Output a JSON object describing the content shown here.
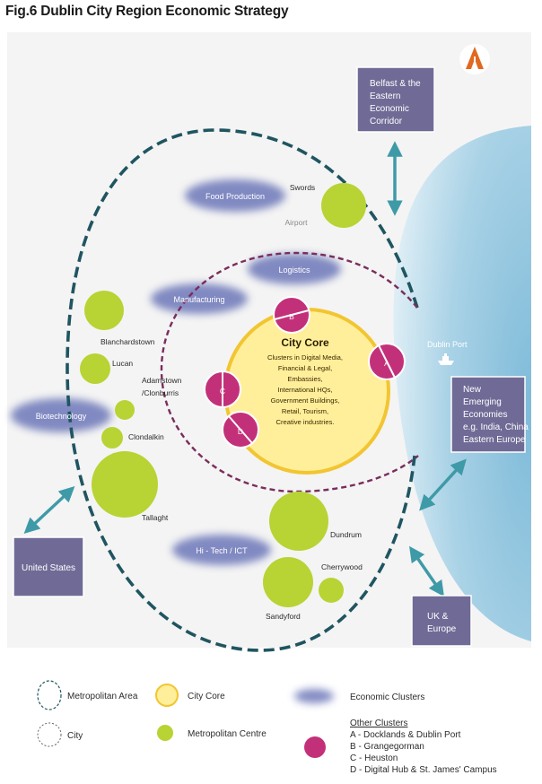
{
  "title": "Fig.6 Dublin City Region Economic Strategy",
  "city_core": {
    "title": "City Core",
    "lines": [
      "Clusters in Digital Media,",
      "Financial & Legal,",
      "Embassies,",
      "International HQs,",
      "Government Buildings,",
      "Retail, Tourism,",
      "Creative industries."
    ]
  },
  "clusters": {
    "food": "Food Production",
    "logistics": "Logistics",
    "manufacturing": "Manufacturing",
    "biotech": "Biotechnology",
    "hitech": "Hi - Tech / ICT"
  },
  "centres": {
    "swords": "Swords",
    "airport": "Airport",
    "blanchardstown": "Blanchardstown",
    "lucan": "Lucan",
    "adamstown_1": "Adamstown",
    "adamstown_2": "/Clonburris",
    "clondalkin": "Clondalkin",
    "tallaght": "Tallaght",
    "dundrum": "Dundrum",
    "cherrywood": "Cherrywood",
    "sandyford": "Sandyford"
  },
  "other_cluster_letters": {
    "a": "A",
    "b": "B",
    "c": "C",
    "d": "D"
  },
  "dublin_port": "Dublin Port",
  "boxes": {
    "belfast": [
      "Belfast & the",
      "Eastern",
      "Economic",
      "Corridor"
    ],
    "emerging": [
      "New",
      "Emerging",
      "Economies",
      "e.g. India, China &",
      "Eastern Europe"
    ],
    "us": [
      "United States"
    ],
    "uk": [
      "UK &",
      "Europe"
    ]
  },
  "legend": {
    "metro_area": "Metropolitan Area",
    "city": "City",
    "city_core": "City Core",
    "metro_centre": "Metropolitan Centre",
    "economic_clusters": "Economic Clusters",
    "other_clusters_title": "Other Clusters",
    "other_clusters": [
      "A - Docklands & Dublin Port",
      "B - Grangegorman",
      "C - Heuston",
      "D - Digital Hub & St. James' Campus"
    ]
  },
  "colors": {
    "metro_dash": "#1f5560",
    "city_dash": "#7a2d5c",
    "core_fill": "#ffef9a",
    "core_stroke": "#f2c531",
    "green": "#b8d334",
    "magenta": "#c3307a",
    "cluster_blue": "#5a66b0",
    "box": "#6f6b96",
    "sea": "#a8d1e6",
    "arrow": "#4a9aa8"
  }
}
